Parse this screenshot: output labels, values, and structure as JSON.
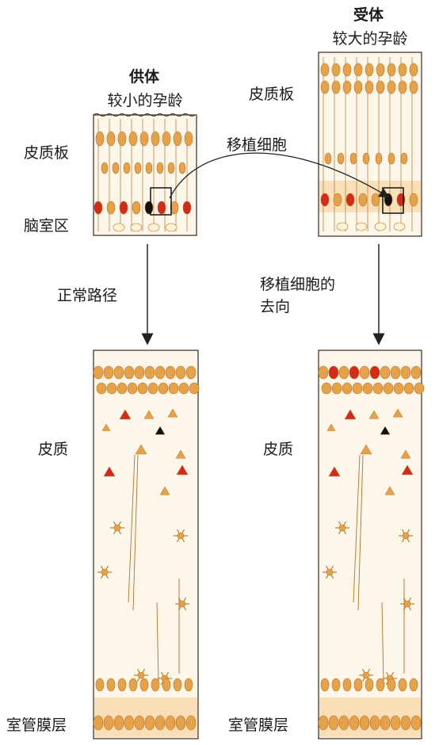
{
  "donor": {
    "title": "供体",
    "subtitle": "较小的孕龄",
    "layer_cortical_plate": "皮质板",
    "layer_ventricular_zone": "脑室区"
  },
  "recipient": {
    "title": "受体",
    "subtitle": "较大的孕龄",
    "layer_cortical_plate": "皮质板"
  },
  "transplant_label": "移植细胞",
  "normal_path_label": "正常路径",
  "transplant_fate_label_line1": "移植细胞的",
  "transplant_fate_label_line2": "去向",
  "left_bottom": {
    "cortex_label": "皮质",
    "subventricular_label": "室管膜层"
  },
  "right_bottom": {
    "cortex_label": "皮质",
    "subventricular_label": "室管膜层"
  },
  "colors": {
    "cell": "#e6a24a",
    "cell_dark": "#b8711f",
    "red_cell": "#d42a1a",
    "black_cell": "#111111",
    "panel_bg": "#fdf6ea",
    "band": "#f6d7a6",
    "arrow": "#222222"
  }
}
